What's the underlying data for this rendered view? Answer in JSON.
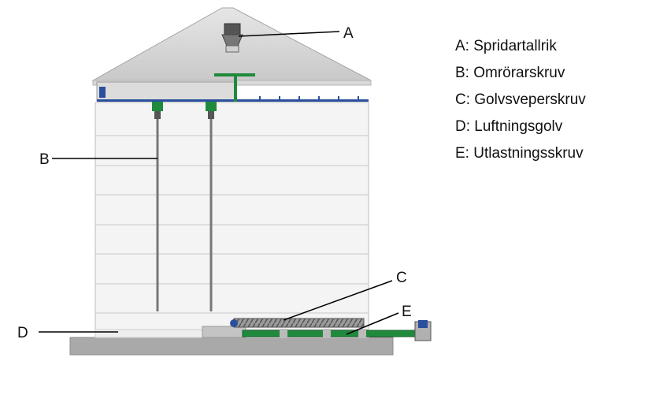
{
  "labels": {
    "a": "A",
    "b": "B",
    "c": "C",
    "d": "D",
    "e": "E"
  },
  "legend": [
    "A: Spridartallrik",
    "B: Omrörarskruv",
    "C: Golvsveperskruv",
    "D: Luftningsgolv",
    "E: Utlastningsskruv"
  ],
  "colors": {
    "roof": "#d4d4d4",
    "wall": "#f4f4f4",
    "wall_lines": "#c8c8c8",
    "foundation": "#a9a9a9",
    "green": "#1f8a3c",
    "screw": "#7a7a7a",
    "motor_blue": "#2a4f9c"
  }
}
